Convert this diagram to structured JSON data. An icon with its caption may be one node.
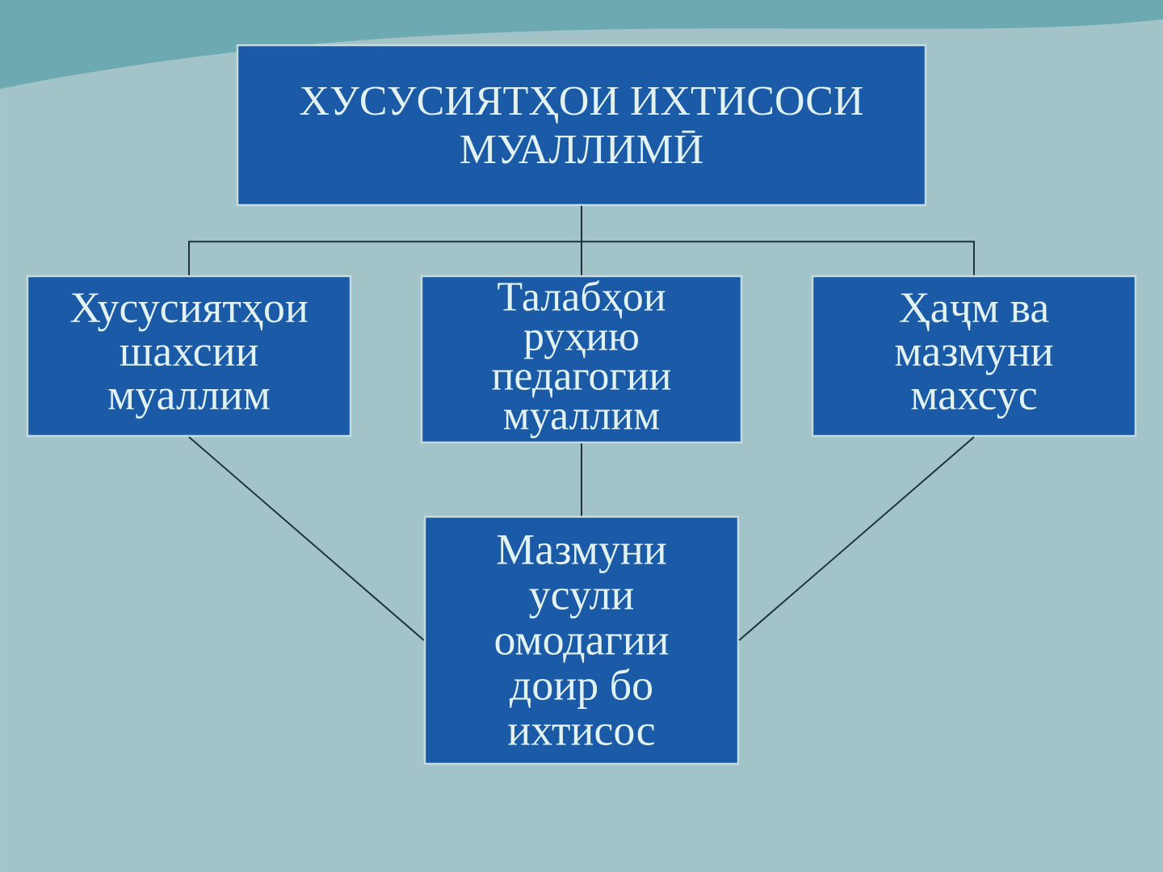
{
  "diagram": {
    "nodes": [
      {
        "text": [
          "ХУСУСИЯТҲОИ ИХТИСОСИ МУАЛЛИМӢ"
        ]
      },
      {
        "text": [
          "Хусусиятҳои шахсии муаллим"
        ]
      },
      {
        "text": [
          "Талабҳои руҳию педагогии муаллим"
        ]
      },
      {
        "text": [
          "Ҳаҷм ва мазмуни махсус"
        ]
      },
      {
        "text": [
          "Мазмуни усули омодагии доир бо ихтисос"
        ]
      }
    ],
    "edges": [
      {
        "from": 0,
        "to": 1,
        "arrow": "none"
      },
      {
        "from": 0,
        "to": 2,
        "arrow": "none"
      },
      {
        "from": 0,
        "to": 3,
        "arrow": "none"
      },
      {
        "from": 1,
        "to": 4,
        "arrow": "none"
      },
      {
        "from": 2,
        "to": 4,
        "arrow": "none"
      },
      {
        "from": 3,
        "to": 4,
        "arrow": "none"
      }
    ]
  }
}
